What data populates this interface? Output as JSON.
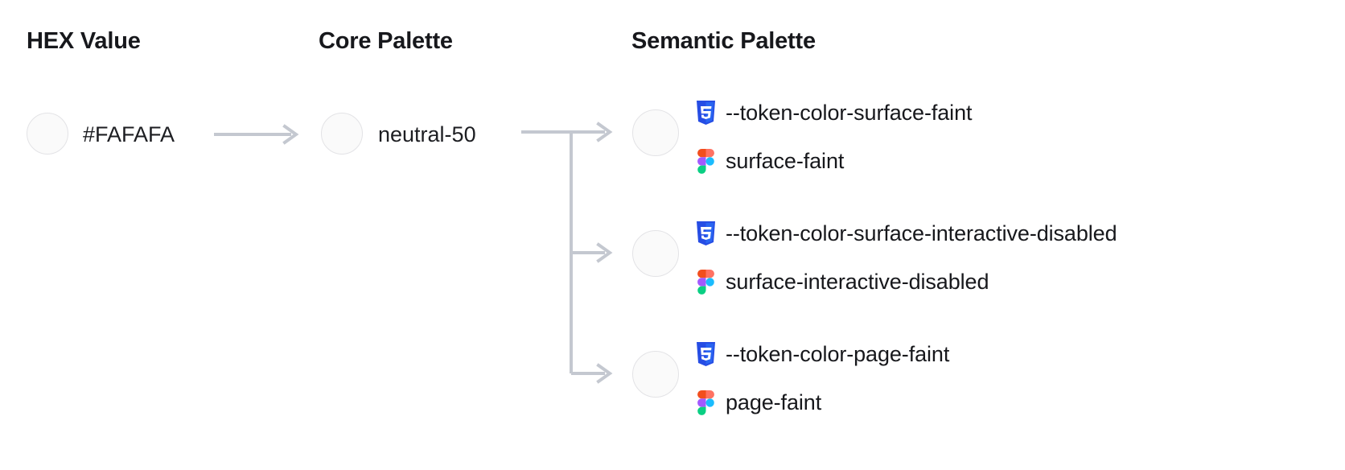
{
  "columns": {
    "hex": "HEX Value",
    "core": "Core Palette",
    "semantic": "Semantic Palette"
  },
  "hex": {
    "value": "#FAFAFA",
    "swatch_color": "#FAFAFA"
  },
  "core": {
    "value": "neutral-50",
    "swatch_color": "#FAFAFA"
  },
  "semantic": {
    "swatch_color": "#FAFAFA",
    "tokens": [
      {
        "css_icon": "css3-icon",
        "css_name": "--token-color-surface-faint",
        "figma_icon": "figma-icon",
        "figma_name": "surface-faint"
      },
      {
        "css_icon": "css3-icon",
        "css_name": "--token-color-surface-interactive-disabled",
        "figma_icon": "figma-icon",
        "figma_name": "surface-interactive-disabled"
      },
      {
        "css_icon": "css3-icon",
        "css_name": "--token-color-page-faint",
        "figma_icon": "figma-icon",
        "figma_name": "page-faint"
      }
    ]
  },
  "connectors": {
    "hex_to_core": "arrow-right-icon",
    "core_to_semantic": "branching-arrow-icon"
  },
  "colors": {
    "background": "#FFFFFF",
    "text": "#17181C",
    "swatch_border": "#E3E3E6",
    "connector": "#C4C8D0",
    "css_blue": "#2965F1",
    "css_blue_dark": "#264DE4",
    "figma_orange": "#F24E1E",
    "figma_salmon": "#FF7262",
    "figma_purple": "#A259FF",
    "figma_cyan": "#1ABCFE",
    "figma_green": "#0ACF83"
  }
}
